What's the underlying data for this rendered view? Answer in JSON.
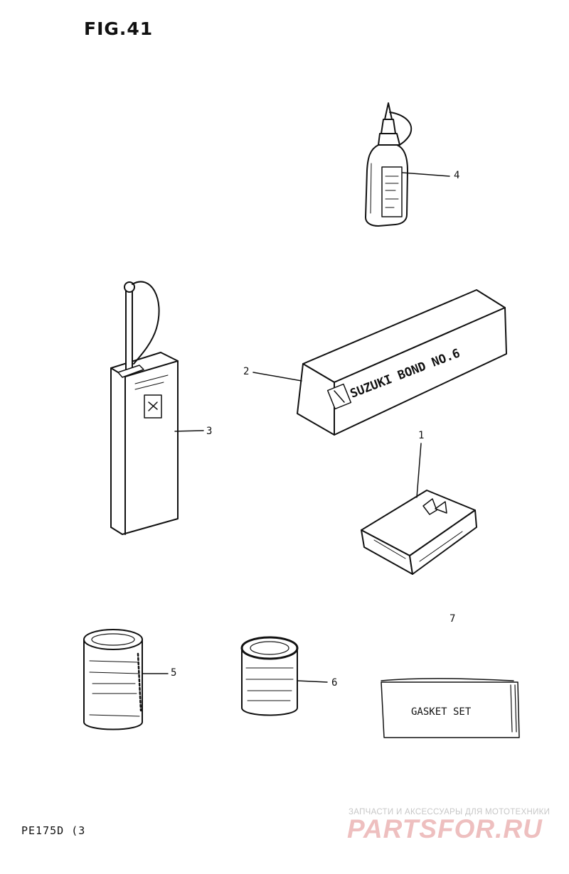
{
  "figure": {
    "title": "FIG.41"
  },
  "callouts": [
    {
      "num": "1"
    },
    {
      "num": "2"
    },
    {
      "num": "3"
    },
    {
      "num": "4"
    },
    {
      "num": "5"
    },
    {
      "num": "6"
    },
    {
      "num": "7"
    }
  ],
  "parts": {
    "bond_box_label": "SUZUKI BOND NO.6",
    "gasket_set_label": "GASKET SET"
  },
  "footer": {
    "model_code": "PE175D (3",
    "watermark_tagline": "ЗАПЧАСТИ И АКСЕССУАРЫ ДЛЯ МОТОТЕХНИКИ",
    "watermark_logo": "PARTSFOR.RU"
  }
}
